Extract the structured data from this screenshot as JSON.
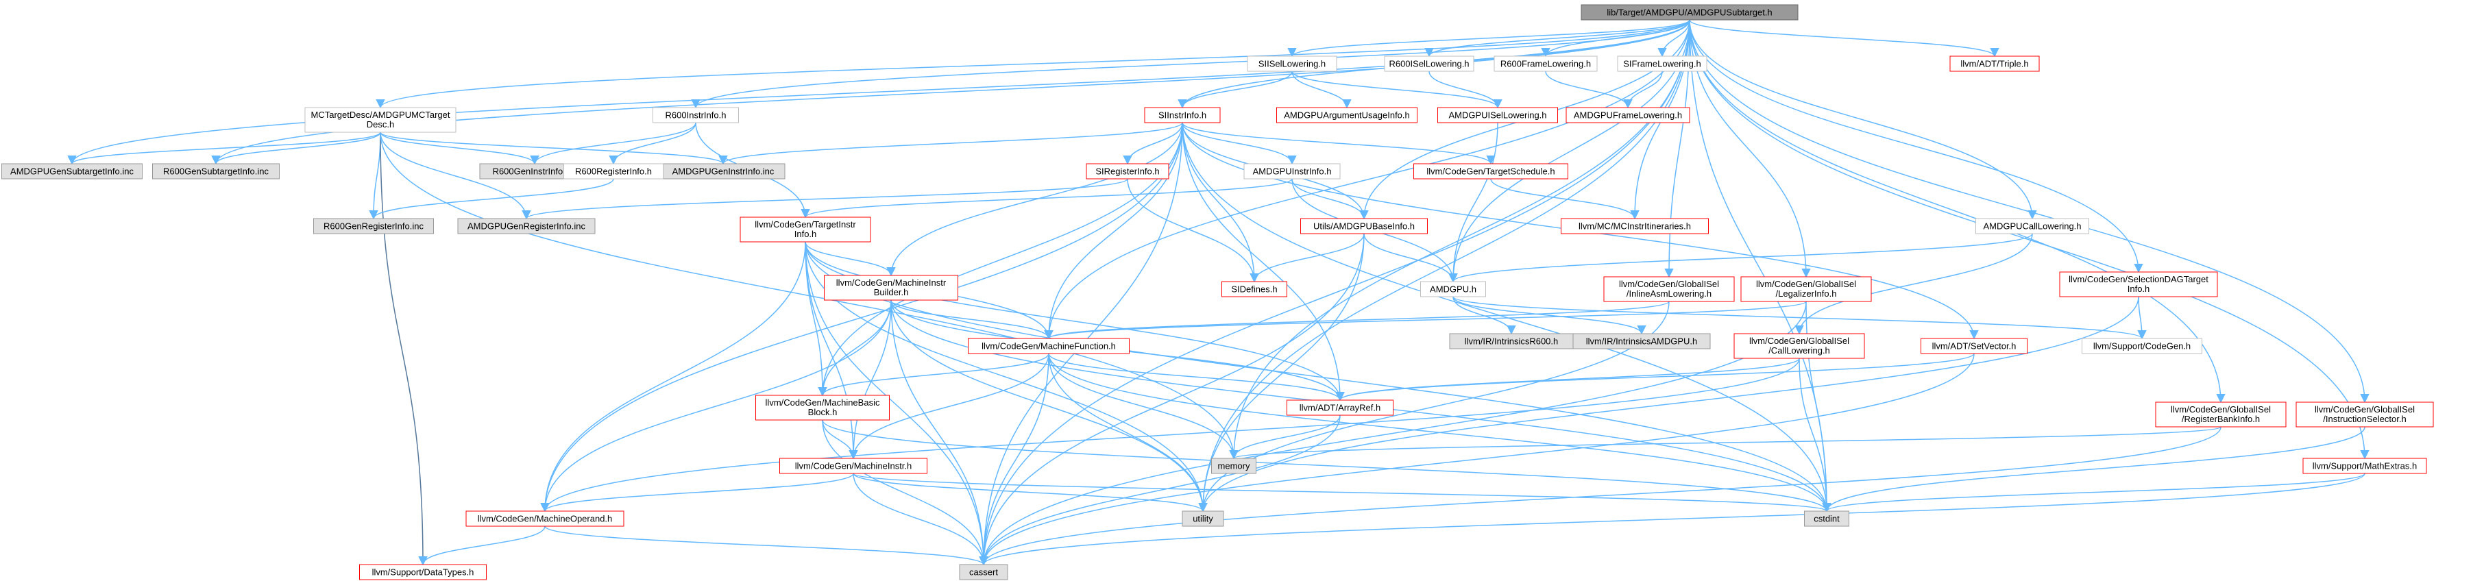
{
  "diagram": {
    "type": "include-dependency-graph",
    "colors": {
      "edge": "#63b8ff",
      "edge_dark": "#56789a",
      "root_fill": "#999999",
      "root_border": "#666666",
      "red_border": "#ff0000",
      "plain_border": "#bfbfbf",
      "gray_fill": "#e0e0e0",
      "gray_border": "#999999"
    },
    "nodes": [
      {
        "id": "root",
        "kind": "root",
        "lines": [
          "lib/Target/AMDGPU/AMDGPUSubtarget.h"
        ]
      },
      {
        "id": "sisellowering",
        "kind": "plain",
        "lines": [
          "SIISelLowering.h"
        ]
      },
      {
        "id": "r600isellowering",
        "kind": "plain",
        "lines": [
          "R600ISelLowering.h"
        ]
      },
      {
        "id": "r600framelowering",
        "kind": "plain",
        "lines": [
          "R600FrameLowering.h"
        ]
      },
      {
        "id": "siframelowering",
        "kind": "plain",
        "lines": [
          "SIFrameLowering.h"
        ]
      },
      {
        "id": "triple",
        "kind": "red",
        "lines": [
          "llvm/ADT/Triple.h"
        ]
      },
      {
        "id": "mctargetdesc",
        "kind": "plain",
        "lines": [
          "MCTargetDesc/AMDGPUMCTarget",
          "Desc.h"
        ]
      },
      {
        "id": "r600instrinfo",
        "kind": "plain",
        "lines": [
          "R600InstrInfo.h"
        ]
      },
      {
        "id": "siinstrinfo",
        "kind": "red",
        "lines": [
          "SIInstrInfo.h"
        ]
      },
      {
        "id": "argusage",
        "kind": "red",
        "lines": [
          "AMDGPUArgumentUsageInfo.h"
        ]
      },
      {
        "id": "amdgpuisellowering",
        "kind": "red",
        "lines": [
          "AMDGPUISelLowering.h"
        ]
      },
      {
        "id": "amdgpuframelowering",
        "kind": "red",
        "lines": [
          "AMDGPUFrameLowering.h"
        ]
      },
      {
        "id": "amdgpusubtargetinfo",
        "kind": "gray",
        "lines": [
          "AMDGPUGenSubtargetInfo.inc"
        ]
      },
      {
        "id": "r600subtargetinfo",
        "kind": "gray",
        "lines": [
          "R600GenSubtargetInfo.inc"
        ]
      },
      {
        "id": "r600geninstrinfo",
        "kind": "gray",
        "lines": [
          "R600GenInstrInfo.inc"
        ]
      },
      {
        "id": "amdgpugeninstrinfo",
        "kind": "gray",
        "lines": [
          "AMDGPUGenInstrInfo.inc"
        ]
      },
      {
        "id": "r600registerinfo",
        "kind": "plain",
        "lines": [
          "R600RegisterInfo.h"
        ]
      },
      {
        "id": "siregisterinfo",
        "kind": "red",
        "lines": [
          "SIRegisterInfo.h"
        ]
      },
      {
        "id": "amdgpuinstrinfo",
        "kind": "plain",
        "lines": [
          "AMDGPUInstrInfo.h"
        ]
      },
      {
        "id": "targetschedule",
        "kind": "red",
        "lines": [
          "llvm/CodeGen/TargetSchedule.h"
        ]
      },
      {
        "id": "r600genregisterinfo",
        "kind": "gray",
        "lines": [
          "R600GenRegisterInfo.inc"
        ]
      },
      {
        "id": "amdgpugenregisterinfo",
        "kind": "gray",
        "lines": [
          "AMDGPUGenRegisterInfo.inc"
        ]
      },
      {
        "id": "targetinstrinfo",
        "kind": "red",
        "lines": [
          "llvm/CodeGen/TargetInstr",
          "Info.h"
        ]
      },
      {
        "id": "amdgpubaseinfo",
        "kind": "red",
        "lines": [
          "Utils/AMDGPUBaseInfo.h"
        ]
      },
      {
        "id": "mcinstrinfo",
        "kind": "red",
        "lines": [
          "llvm/MC/MCInstrItineraries.h"
        ]
      },
      {
        "id": "amdgpucalllowering",
        "kind": "plain",
        "lines": [
          "AMDGPUCallLowering.h"
        ]
      },
      {
        "id": "seldagtargetinfo",
        "kind": "red",
        "lines": [
          "llvm/CodeGen/SelectionDAGTarget",
          "Info.h"
        ]
      },
      {
        "id": "machineinstrbuilder",
        "kind": "red",
        "lines": [
          "llvm/CodeGen/MachineInstr",
          "Builder.h"
        ]
      },
      {
        "id": "sidefines",
        "kind": "red",
        "lines": [
          "SIDefines.h"
        ]
      },
      {
        "id": "amdgpuh",
        "kind": "plain",
        "lines": [
          "AMDGPU.h"
        ]
      },
      {
        "id": "inlineasmlowering",
        "kind": "red",
        "lines": [
          "llvm/CodeGen/GlobalISel",
          "/InlineAsmLowering.h"
        ]
      },
      {
        "id": "legalizerinfo",
        "kind": "red",
        "lines": [
          "llvm/CodeGen/GlobalISel",
          "/LegalizerInfo.h"
        ]
      },
      {
        "id": "intrinsicsr600",
        "kind": "gray",
        "lines": [
          "llvm/IR/IntrinsicsR600.h"
        ]
      },
      {
        "id": "intrinsicsamdgpu",
        "kind": "gray",
        "lines": [
          "llvm/IR/IntrinsicsAMDGPU.h"
        ]
      },
      {
        "id": "machinefunction",
        "kind": "red",
        "lines": [
          "llvm/CodeGen/MachineFunction.h"
        ]
      },
      {
        "id": "calllowering",
        "kind": "red",
        "lines": [
          "llvm/CodeGen/GlobalISel",
          "/CallLowering.h"
        ]
      },
      {
        "id": "setvector",
        "kind": "red",
        "lines": [
          "llvm/ADT/SetVector.h"
        ]
      },
      {
        "id": "codegenh",
        "kind": "plain",
        "lines": [
          "llvm/Support/CodeGen.h"
        ]
      },
      {
        "id": "machinebasicblock",
        "kind": "red",
        "lines": [
          "llvm/CodeGen/MachineBasic",
          "Block.h"
        ]
      },
      {
        "id": "arrayref",
        "kind": "red",
        "lines": [
          "llvm/ADT/ArrayRef.h"
        ]
      },
      {
        "id": "registerbankinfo",
        "kind": "red",
        "lines": [
          "llvm/CodeGen/GlobalISel",
          "/RegisterBankInfo.h"
        ]
      },
      {
        "id": "instructionselector",
        "kind": "red",
        "lines": [
          "llvm/CodeGen/GlobalISel",
          "/InstructionSelector.h"
        ]
      },
      {
        "id": "memory",
        "kind": "gray",
        "lines": [
          "memory"
        ]
      },
      {
        "id": "machineinstr",
        "kind": "red",
        "lines": [
          "llvm/CodeGen/MachineInstr.h"
        ]
      },
      {
        "id": "mathextras",
        "kind": "red",
        "lines": [
          "llvm/Support/MathExtras.h"
        ]
      },
      {
        "id": "utility",
        "kind": "gray",
        "lines": [
          "utility"
        ]
      },
      {
        "id": "cstdint",
        "kind": "gray",
        "lines": [
          "cstdint"
        ]
      },
      {
        "id": "machineoperand",
        "kind": "red",
        "lines": [
          "llvm/CodeGen/MachineOperand.h"
        ]
      },
      {
        "id": "datatypes",
        "kind": "red",
        "lines": [
          "llvm/Support/DataTypes.h"
        ]
      },
      {
        "id": "cassert",
        "kind": "gray",
        "lines": [
          "cassert"
        ]
      }
    ],
    "edges": [
      [
        "root",
        "sisellowering"
      ],
      [
        "root",
        "r600isellowering"
      ],
      [
        "root",
        "r600framelowering"
      ],
      [
        "root",
        "siframelowering"
      ],
      [
        "root",
        "triple"
      ],
      [
        "root",
        "mctargetdesc"
      ],
      [
        "root",
        "r600instrinfo"
      ],
      [
        "root",
        "siinstrinfo"
      ],
      [
        "root",
        "amdgpusubtargetinfo"
      ],
      [
        "root",
        "r600subtargetinfo"
      ],
      [
        "root",
        "amdgpubaseinfo"
      ],
      [
        "root",
        "mcinstrinfo"
      ],
      [
        "root",
        "amdgpucalllowering"
      ],
      [
        "root",
        "seldagtargetinfo"
      ],
      [
        "root",
        "amdgpuh"
      ],
      [
        "root",
        "inlineasmlowering"
      ],
      [
        "root",
        "legalizerinfo"
      ],
      [
        "root",
        "machinefunction"
      ],
      [
        "root",
        "registerbankinfo"
      ],
      [
        "root",
        "instructionselector"
      ],
      [
        "root",
        "memory"
      ],
      [
        "root",
        "mathextras"
      ],
      [
        "root",
        "cstdint"
      ],
      [
        "root",
        "cassert"
      ],
      [
        "root",
        "utility"
      ],
      [
        "sisellowering",
        "siinstrinfo"
      ],
      [
        "sisellowering",
        "argusage"
      ],
      [
        "sisellowering",
        "amdgpuisellowering"
      ],
      [
        "r600isellowering",
        "amdgpuisellowering"
      ],
      [
        "r600framelowering",
        "amdgpuframelowering"
      ],
      [
        "siframelowering",
        "amdgpuframelowering"
      ],
      [
        "amdgpuisellowering",
        "amdgpuh"
      ],
      [
        "mctargetdesc",
        "amdgpusubtargetinfo"
      ],
      [
        "mctargetdesc",
        "r600subtargetinfo"
      ],
      [
        "mctargetdesc",
        "r600geninstrinfo"
      ],
      [
        "mctargetdesc",
        "amdgpugeninstrinfo"
      ],
      [
        "mctargetdesc",
        "r600genregisterinfo"
      ],
      [
        "mctargetdesc",
        "amdgpugenregisterinfo"
      ],
      [
        "mctargetdesc",
        "datatypes"
      ],
      [
        "mctargetdesc",
        "memory"
      ],
      [
        "r600instrinfo",
        "r600geninstrinfo"
      ],
      [
        "r600instrinfo",
        "r600registerinfo"
      ],
      [
        "r600instrinfo",
        "targetinstrinfo"
      ],
      [
        "r600registerinfo",
        "r600genregisterinfo"
      ],
      [
        "siinstrinfo",
        "amdgpugeninstrinfo"
      ],
      [
        "siinstrinfo",
        "siregisterinfo"
      ],
      [
        "siinstrinfo",
        "amdgpuinstrinfo"
      ],
      [
        "siinstrinfo",
        "targetschedule"
      ],
      [
        "siinstrinfo",
        "amdgpubaseinfo"
      ],
      [
        "siinstrinfo",
        "sidefines"
      ],
      [
        "siinstrinfo",
        "machinebasicblock"
      ],
      [
        "siinstrinfo",
        "arrayref"
      ],
      [
        "siinstrinfo",
        "machinefunction"
      ],
      [
        "siinstrinfo",
        "machineinstrbuilder"
      ],
      [
        "siinstrinfo",
        "setvector"
      ],
      [
        "siinstrinfo",
        "machineoperand"
      ],
      [
        "siinstrinfo",
        "cassert"
      ],
      [
        "siinstrinfo",
        "cstdint"
      ],
      [
        "siregisterinfo",
        "amdgpugenregisterinfo"
      ],
      [
        "siregisterinfo",
        "sidefines"
      ],
      [
        "amdgpuinstrinfo",
        "targetinstrinfo"
      ],
      [
        "amdgpuinstrinfo",
        "amdgpubaseinfo"
      ],
      [
        "amdgpuinstrinfo",
        "amdgpuh"
      ],
      [
        "targetschedule",
        "mcinstrinfo"
      ],
      [
        "targetinstrinfo",
        "machineinstrbuilder"
      ],
      [
        "targetinstrinfo",
        "machinefunction"
      ],
      [
        "targetinstrinfo",
        "machinebasicblock"
      ],
      [
        "targetinstrinfo",
        "arrayref"
      ],
      [
        "targetinstrinfo",
        "machineinstr"
      ],
      [
        "targetinstrinfo",
        "machineoperand"
      ],
      [
        "targetinstrinfo",
        "utility"
      ],
      [
        "targetinstrinfo",
        "cassert"
      ],
      [
        "targetinstrinfo",
        "cstdint"
      ],
      [
        "amdgpubaseinfo",
        "sidefines"
      ],
      [
        "amdgpubaseinfo",
        "amdgpuh"
      ],
      [
        "amdgpubaseinfo",
        "utility"
      ],
      [
        "amdgpubaseinfo",
        "cassert"
      ],
      [
        "amdgpucalllowering",
        "amdgpuh"
      ],
      [
        "amdgpucalllowering",
        "calllowering"
      ],
      [
        "seldagtargetinfo",
        "codegenh"
      ],
      [
        "seldagtargetinfo",
        "utility"
      ],
      [
        "machineinstrbuilder",
        "machinefunction"
      ],
      [
        "machineinstrbuilder",
        "machinebasicblock"
      ],
      [
        "machineinstrbuilder",
        "machineinstr"
      ],
      [
        "machineinstrbuilder",
        "machineoperand"
      ],
      [
        "machineinstrbuilder",
        "arrayref"
      ],
      [
        "machineinstrbuilder",
        "utility"
      ],
      [
        "machineinstrbuilder",
        "cstdint"
      ],
      [
        "machineinstrbuilder",
        "cassert"
      ],
      [
        "amdgpuh",
        "intrinsicsr600"
      ],
      [
        "amdgpuh",
        "intrinsicsamdgpu"
      ],
      [
        "amdgpuh",
        "codegenh"
      ],
      [
        "inlineasmlowering",
        "machinefunction"
      ],
      [
        "inlineasmlowering",
        "utility"
      ],
      [
        "legalizerinfo",
        "machinefunction"
      ],
      [
        "legalizerinfo",
        "cstdint"
      ],
      [
        "legalizerinfo",
        "cassert"
      ],
      [
        "machinefunction",
        "machinebasicblock"
      ],
      [
        "machinefunction",
        "arrayref"
      ],
      [
        "machinefunction",
        "machineinstr"
      ],
      [
        "machinefunction",
        "memory"
      ],
      [
        "machinefunction",
        "utility"
      ],
      [
        "machinefunction",
        "cstdint"
      ],
      [
        "machinefunction",
        "cassert"
      ],
      [
        "calllowering",
        "arrayref"
      ],
      [
        "calllowering",
        "machineoperand"
      ],
      [
        "calllowering",
        "cstdint"
      ],
      [
        "setvector",
        "arrayref"
      ],
      [
        "setvector",
        "cassert"
      ],
      [
        "machinebasicblock",
        "machineinstr"
      ],
      [
        "machinebasicblock",
        "cassert"
      ],
      [
        "machinebasicblock",
        "cstdint"
      ],
      [
        "arrayref",
        "memory"
      ],
      [
        "arrayref",
        "cassert"
      ],
      [
        "registerbankinfo",
        "memory"
      ],
      [
        "registerbankinfo",
        "cassert"
      ],
      [
        "instructionselector",
        "cstdint"
      ],
      [
        "machineinstr",
        "machineoperand"
      ],
      [
        "machineinstr",
        "utility"
      ],
      [
        "machineinstr",
        "cstdint"
      ],
      [
        "machineinstr",
        "cassert"
      ],
      [
        "mathextras",
        "cstdint"
      ],
      [
        "mathextras",
        "cassert"
      ],
      [
        "machineoperand",
        "datatypes"
      ],
      [
        "machineoperand",
        "cassert"
      ]
    ]
  }
}
